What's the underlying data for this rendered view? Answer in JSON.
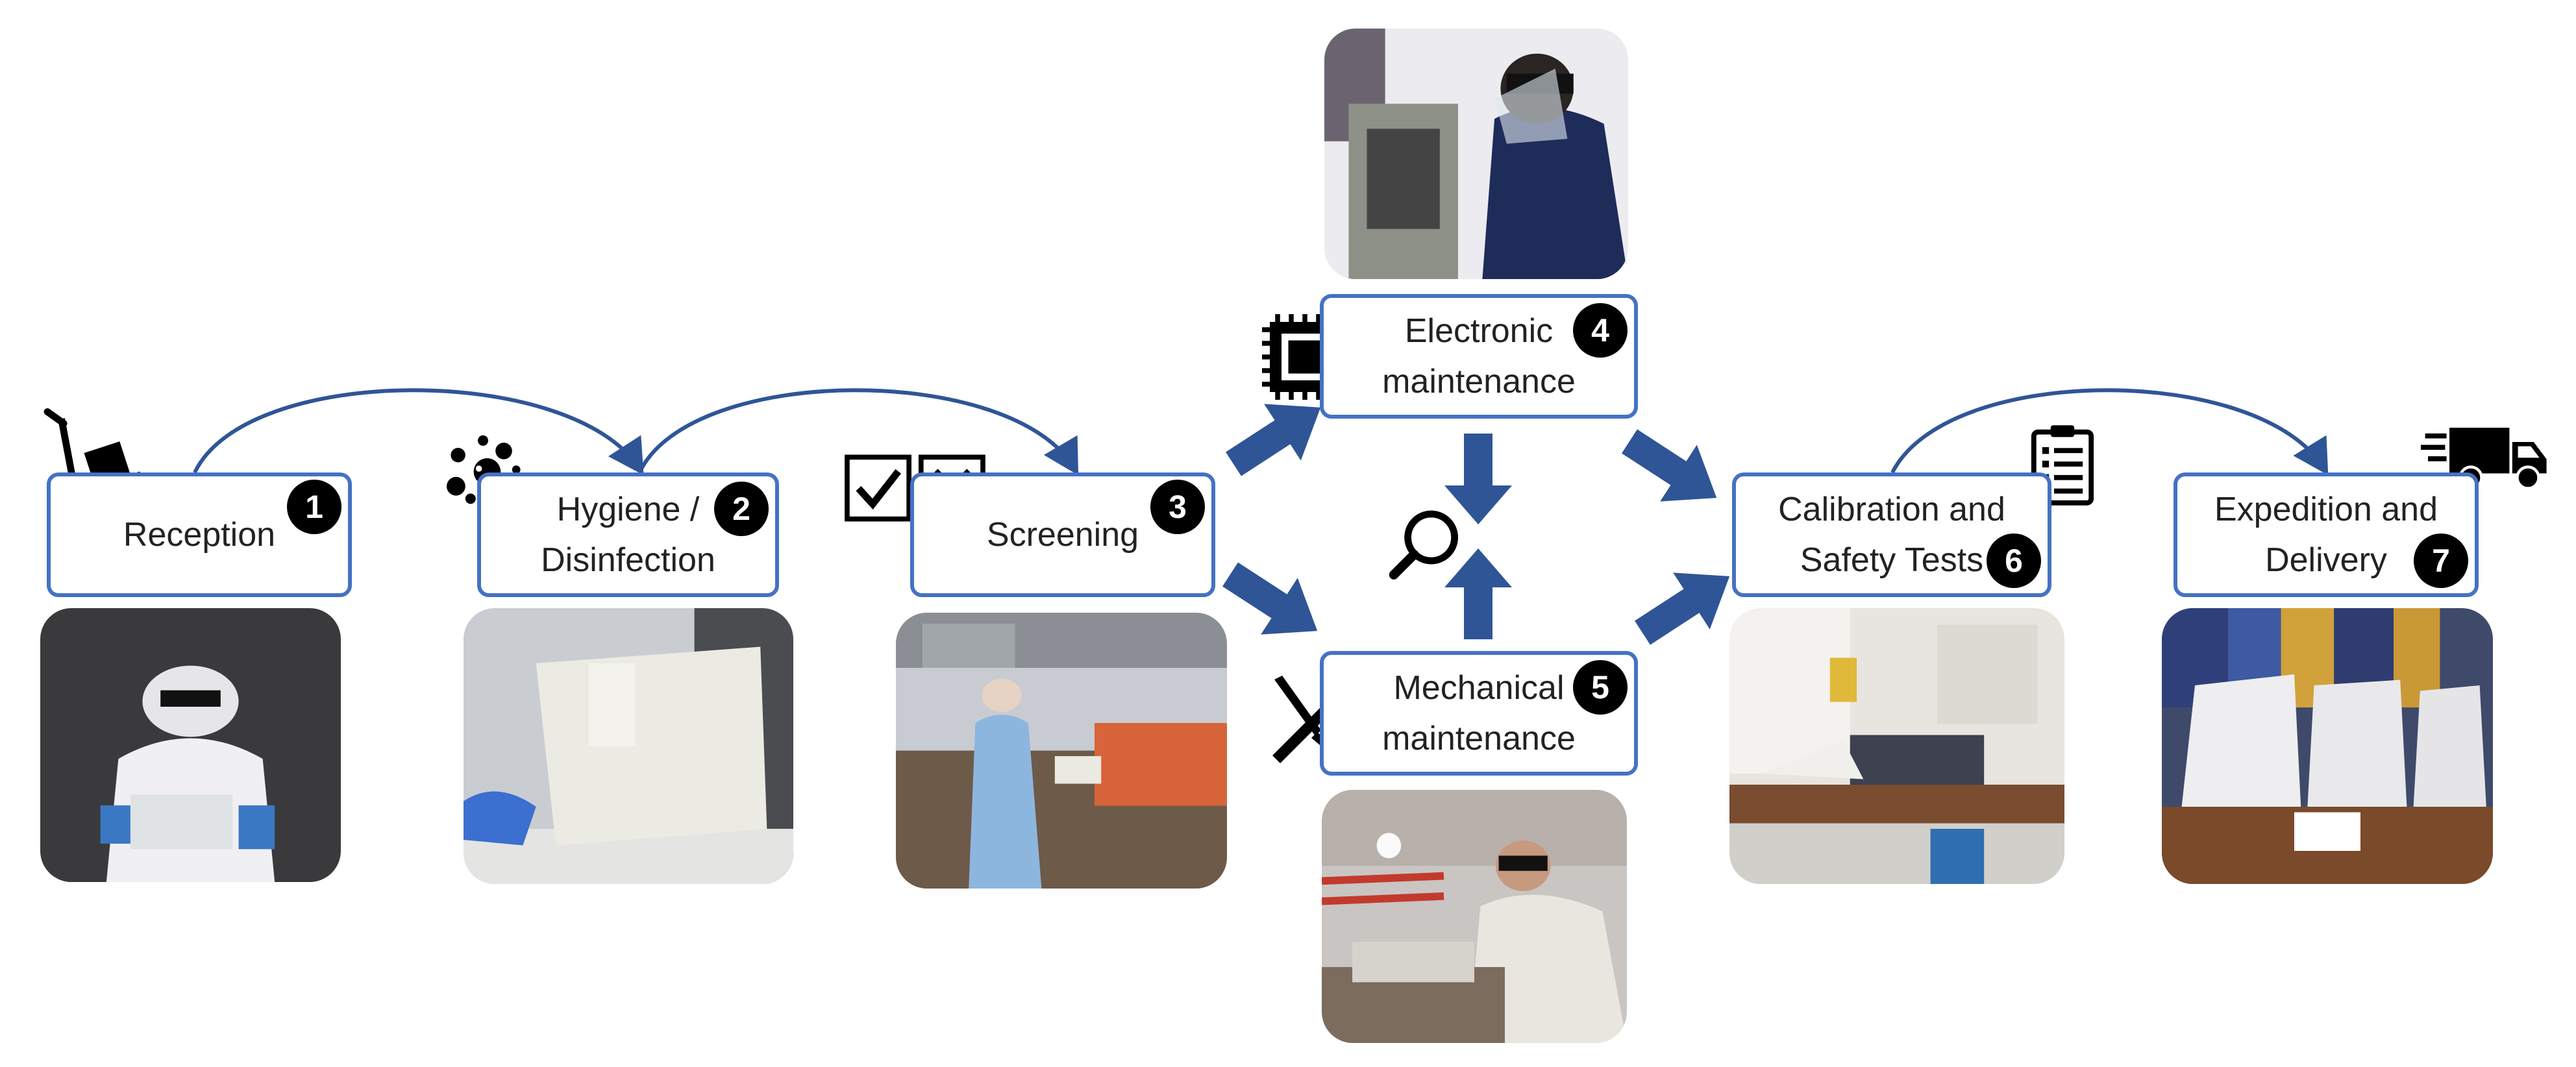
{
  "steps": [
    {
      "id": 1,
      "number": "1",
      "label": "Reception"
    },
    {
      "id": 2,
      "number": "2",
      "label_line1": "Hygiene /",
      "label_line2": "Disinfection"
    },
    {
      "id": 3,
      "number": "3",
      "label": "Screening"
    },
    {
      "id": 4,
      "number": "4",
      "label_line1": "Electronic",
      "label_line2": "maintenance"
    },
    {
      "id": 5,
      "number": "5",
      "label_line1": "Mechanical",
      "label_line2": "maintenance"
    },
    {
      "id": 6,
      "number": "6",
      "label_line1": "Calibration and",
      "label_line2": "Safety Tests"
    },
    {
      "id": 7,
      "number": "7",
      "label_line1": "Expedition and",
      "label_line2": "Delivery"
    }
  ],
  "icons": {
    "reception": "hand-truck-icon",
    "hygiene": "bubbles-icon",
    "screening": "check-cross-icon",
    "electronic": "microchip-icon",
    "inspection": "magnifier-icon",
    "mechanical": "wrench-screwdriver-icon",
    "calibration": "clipboard-checklist-icon",
    "delivery": "delivery-truck-icon"
  },
  "colors": {
    "accent": "#4472c4",
    "arrow": "#2f5597",
    "curve": "#2f5597",
    "badge": "#000000"
  }
}
